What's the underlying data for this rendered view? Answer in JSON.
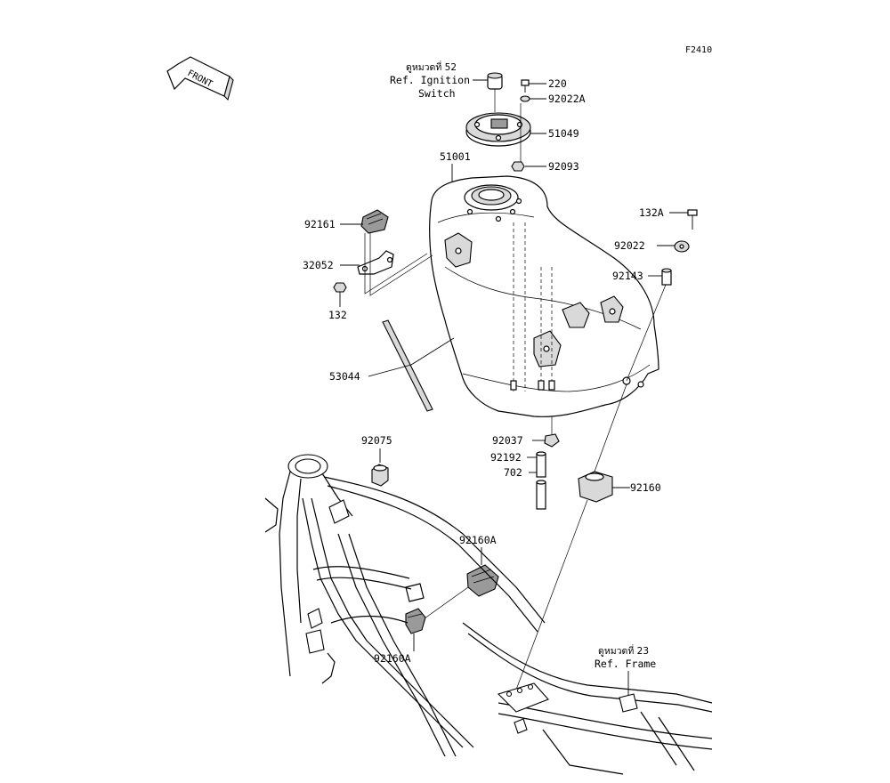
{
  "figure_code": "F2410",
  "front_arrow_text": "FRONT",
  "refs": {
    "ignition": {
      "thai": "ดูหมวดที่ 52",
      "line1": "Ref. Ignition",
      "line2": "Switch"
    },
    "frame": {
      "thai": "ดูหมวดที่ 23",
      "line1": "Ref. Frame"
    }
  },
  "parts": {
    "p220": "220",
    "p92022A": "92022A",
    "p51049": "51049",
    "p92093": "92093",
    "p51001": "51001",
    "p92161": "92161",
    "p32052": "32052",
    "p132": "132",
    "p132A": "132A",
    "p92022": "92022",
    "p92143": "92143",
    "p53044": "53044",
    "p92037": "92037",
    "p92192": "92192",
    "p702": "702",
    "p92160": "92160",
    "p92075": "92075",
    "p92160A_upper": "92160A",
    "p92160A_lower": "92160A"
  }
}
